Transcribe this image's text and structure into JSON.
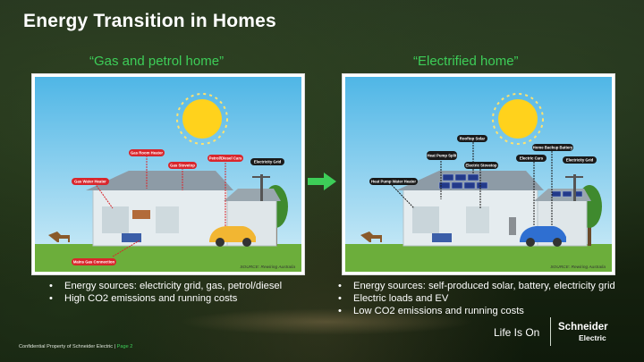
{
  "title": "Energy Transition in Homes",
  "left_panel": {
    "heading": "“Gas and petrol home”",
    "labels": {
      "gas_room_heater": "Gas Room Heater",
      "gas_stovetop": "Gas Stovetop",
      "petrol_diesel_cars": "Petrol/Diesel Cars",
      "electricity_grid": "Electricity Grid",
      "gas_water_heater": "Gas Water Heater",
      "mains_gas_connection": "Mains Gas Connection"
    },
    "source": "SOURCE: Rewiring Australia",
    "bullets": [
      "Energy sources: electricity grid, gas, petrol/diesel",
      "High CO2 emissions and running costs"
    ]
  },
  "right_panel": {
    "heading": "“Electrified home”",
    "labels": {
      "rooftop_solar": "Rooftop Solar",
      "home_backup_battery": "Home Backup Battery",
      "heat_pump_split": "Heat Pump Split",
      "electric_cars": "Electric Cars",
      "electricity_grid": "Electricity Grid",
      "electric_stovetop": "Electric Stovetop",
      "heat_pump_water_heater": "Heat Pump Water Heater"
    },
    "source": "SOURCE: Rewiring Australia",
    "bullets": [
      "Energy sources: self-produced solar, battery, electricity grid",
      "Electric loads and EV",
      "Low CO2 emissions and running costs"
    ]
  },
  "footer": {
    "confidential": "Confidential Property of Schneider Electric |",
    "page": "Page 2"
  },
  "brand": {
    "tagline": "Life Is On",
    "name_line1": "Schneider",
    "name_line2": "Electric"
  },
  "colors": {
    "accent_green": "#3dcd58",
    "label_red": "#d9262c",
    "label_black": "#1a1a1a"
  }
}
